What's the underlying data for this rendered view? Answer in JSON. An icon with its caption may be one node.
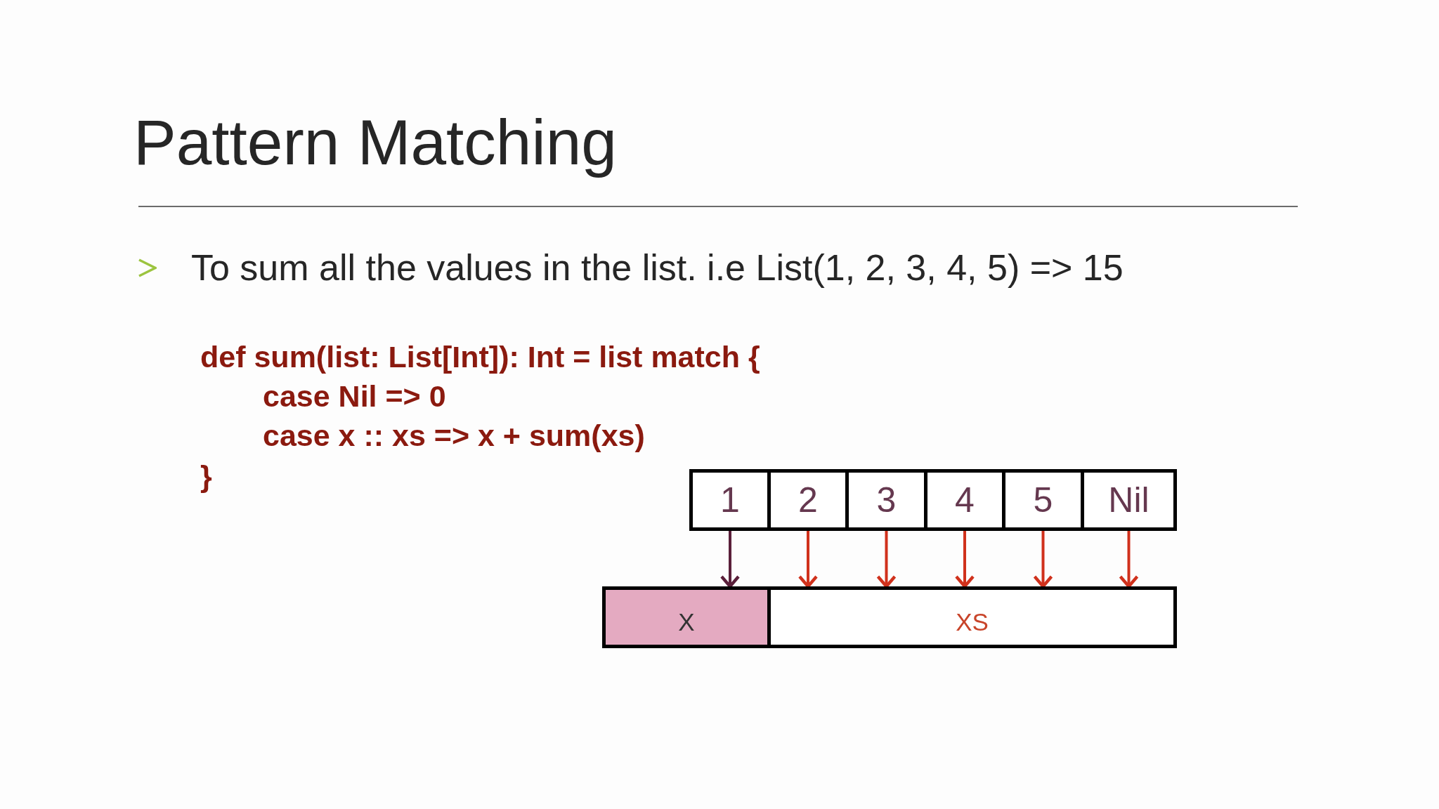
{
  "diagram": {
    "title": "Pattern Matching",
    "nodes": [
      {
        "text": [
          "1"
        ]
      },
      {
        "text": [
          "2"
        ]
      },
      {
        "text": [
          "3"
        ]
      },
      {
        "text": [
          "4"
        ]
      },
      {
        "text": [
          "5"
        ]
      },
      {
        "text": [
          "Nil"
        ]
      },
      {
        "text": [
          "X"
        ]
      },
      {
        "text": [
          "XS"
        ]
      }
    ],
    "edges": [
      {
        "from": 0,
        "to": 6,
        "arrow": "to",
        "color": "#5a1f3a"
      },
      {
        "from": 1,
        "to": 7,
        "arrow": "to"
      },
      {
        "from": 2,
        "to": 7,
        "arrow": "to"
      },
      {
        "from": 3,
        "to": 7,
        "arrow": "to"
      },
      {
        "from": 4,
        "to": 7,
        "arrow": "to"
      },
      {
        "from": 5,
        "to": 7,
        "arrow": "to"
      }
    ],
    "labels": [
      "To sum all the values in the list. i.e List(1, 2, 3, 4, 5) => 15",
      "def sum(list: List[Int]): Int = list match {",
      "case Nil => 0",
      "case x :: xs => x + sum(xs)",
      "}"
    ]
  }
}
